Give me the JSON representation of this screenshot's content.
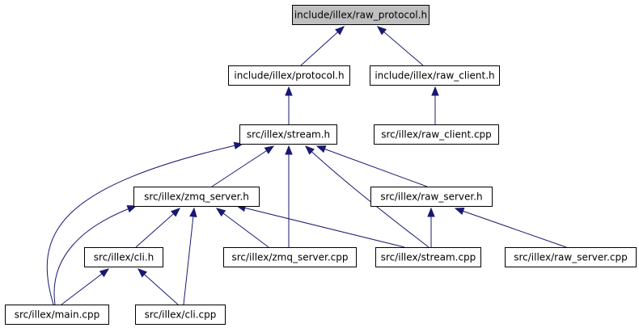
{
  "diagram": {
    "type": "include-dependency-graph",
    "colors": {
      "edge": "#191970",
      "node_border": "#000000",
      "node_fill": "#ffffff",
      "root_fill": "#bfbfbf"
    },
    "nodes": [
      {
        "id": "raw_protocol_h",
        "label": "include/illex/raw_protocol.h",
        "root": true
      },
      {
        "id": "protocol_h",
        "label": "include/illex/protocol.h"
      },
      {
        "id": "raw_client_h",
        "label": "include/illex/raw_client.h"
      },
      {
        "id": "stream_h",
        "label": "src/illex/stream.h"
      },
      {
        "id": "raw_client_cpp",
        "label": "src/illex/raw_client.cpp"
      },
      {
        "id": "zmq_server_h",
        "label": "src/illex/zmq_server.h"
      },
      {
        "id": "raw_server_h",
        "label": "src/illex/raw_server.h"
      },
      {
        "id": "cli_h",
        "label": "src/illex/cli.h"
      },
      {
        "id": "zmq_server_cpp",
        "label": "src/illex/zmq_server.cpp"
      },
      {
        "id": "stream_cpp",
        "label": "src/illex/stream.cpp"
      },
      {
        "id": "raw_server_cpp",
        "label": "src/illex/raw_server.cpp"
      },
      {
        "id": "main_cpp",
        "label": "src/illex/main.cpp"
      },
      {
        "id": "cli_cpp",
        "label": "src/illex/cli.cpp"
      }
    ],
    "edges": [
      {
        "from": "protocol_h",
        "to": "raw_protocol_h"
      },
      {
        "from": "raw_client_h",
        "to": "raw_protocol_h"
      },
      {
        "from": "stream_h",
        "to": "protocol_h"
      },
      {
        "from": "raw_client_cpp",
        "to": "raw_client_h"
      },
      {
        "from": "main_cpp",
        "to": "stream_h"
      },
      {
        "from": "zmq_server_h",
        "to": "stream_h"
      },
      {
        "from": "zmq_server_cpp",
        "to": "stream_h"
      },
      {
        "from": "stream_cpp",
        "to": "stream_h"
      },
      {
        "from": "raw_server_h",
        "to": "stream_h"
      },
      {
        "from": "main_cpp",
        "to": "zmq_server_h"
      },
      {
        "from": "cli_h",
        "to": "zmq_server_h"
      },
      {
        "from": "cli_cpp",
        "to": "zmq_server_h"
      },
      {
        "from": "zmq_server_cpp",
        "to": "zmq_server_h"
      },
      {
        "from": "stream_cpp",
        "to": "zmq_server_h"
      },
      {
        "from": "stream_cpp",
        "to": "raw_server_h"
      },
      {
        "from": "raw_server_cpp",
        "to": "raw_server_h"
      },
      {
        "from": "main_cpp",
        "to": "cli_h"
      },
      {
        "from": "cli_cpp",
        "to": "cli_h"
      }
    ]
  }
}
